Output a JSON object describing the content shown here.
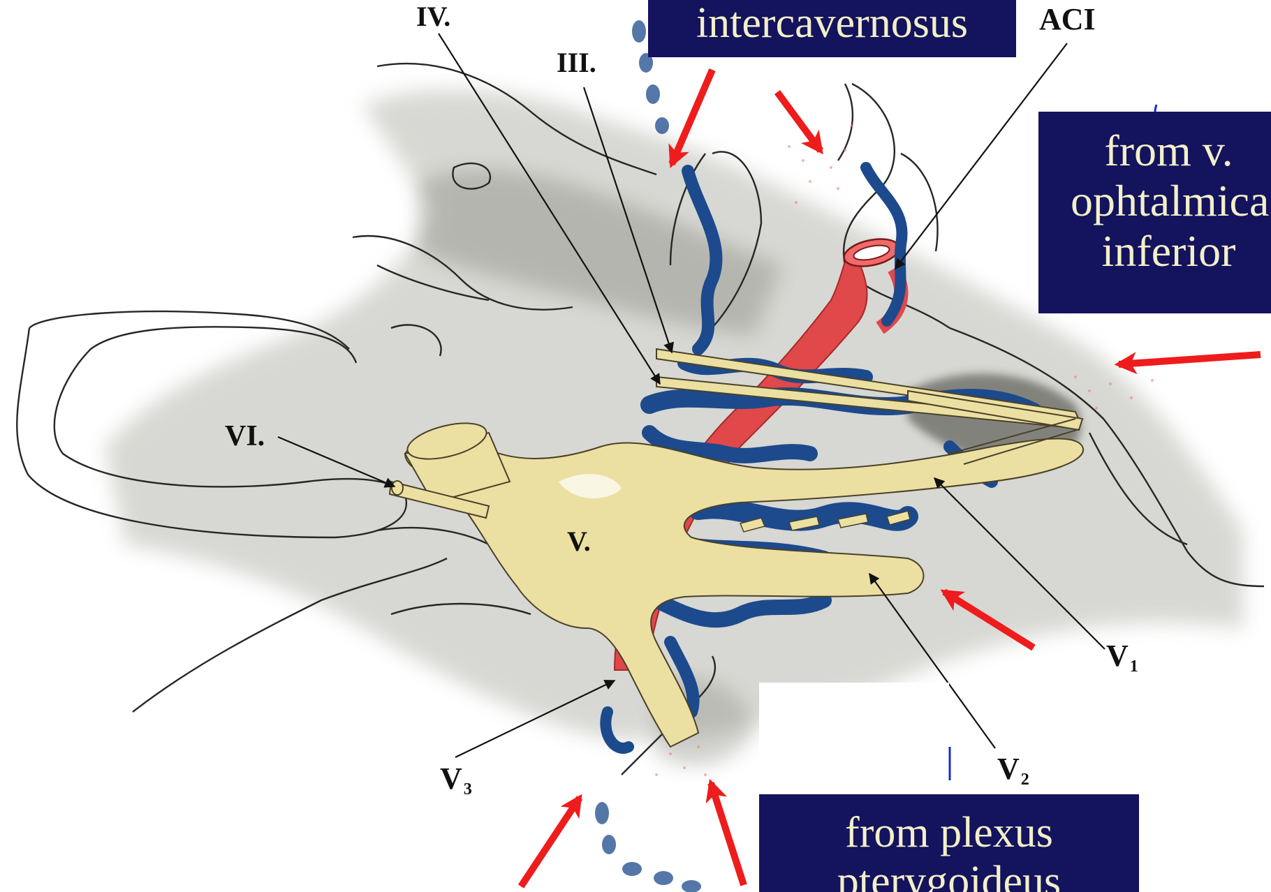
{
  "labels": {
    "iv": "IV.",
    "iii": "III.",
    "aci": "ACI",
    "vi": "VI.",
    "v": "V.",
    "v1_main": "V",
    "v1_sub": "1",
    "v2_main": "V",
    "v2_sub": "2",
    "v3_main": "V",
    "v3_sub": "3"
  },
  "callouts": {
    "top": "intercavernosus",
    "right_line1": "from v.",
    "right_line2": "ophtalmica",
    "right_line3": "inferior",
    "bottom_line1": "from plexus",
    "bottom_line2": "pterygoideus"
  },
  "colors": {
    "callout_bg": "#14135e",
    "callout_text": "#f3efc8",
    "nerve": "#ebe0a2",
    "vein": "#1c4a8c",
    "artery": "#e0484a",
    "arrow": "#ee1c1c"
  }
}
